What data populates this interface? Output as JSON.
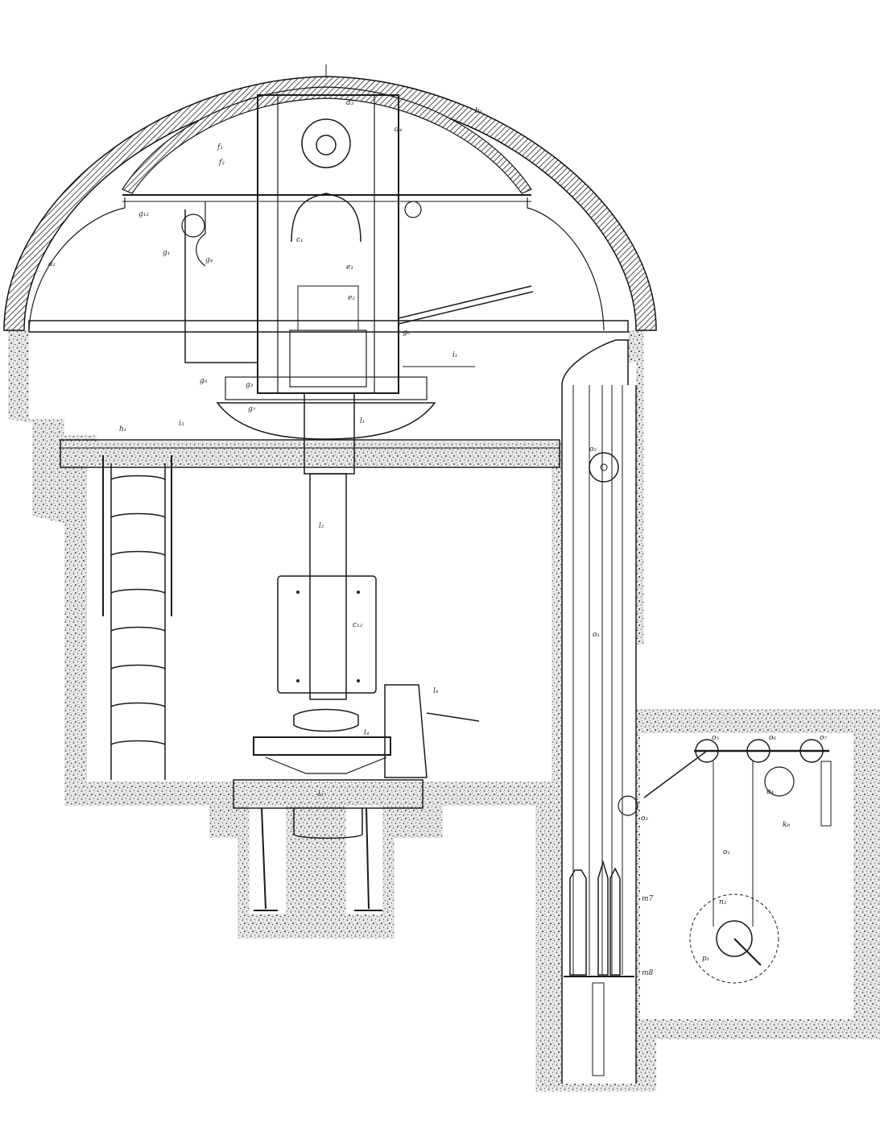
{
  "drawing": {
    "labels": {
      "b1": "b₁",
      "a1": "a₁",
      "h1": "h₁",
      "m7": "m7",
      "m8": "m8",
      "o1": "o₁",
      "o2": "o₂",
      "o3": "o₃",
      "o4": "o₄",
      "o5": "o₅",
      "o6": "o₆",
      "o7": "o₇",
      "c1": "c₁",
      "c12": "c₁₂",
      "l1": "l₁",
      "l2": "l₂",
      "l4": "l₄",
      "l6": "l₆",
      "d3": "d₃",
      "d4": "d₄",
      "e1": "e₁",
      "e2": "e₂",
      "f1": "f₁",
      "f2": "f₂",
      "g1": "g₁",
      "g3": "g₃",
      "g4": "g₄",
      "g6": "g₆",
      "g7": "g₇",
      "g8": "g₈",
      "g12": "g₁₂",
      "i1": "i₁",
      "i3": "i₃",
      "k8": "k₈",
      "n3": "n₃",
      "p1": "p₁"
    }
  }
}
